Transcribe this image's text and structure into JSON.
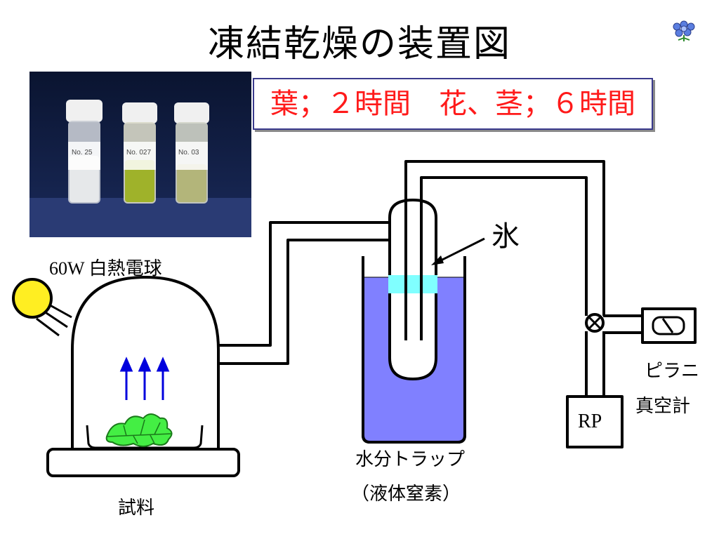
{
  "slide": {
    "title": "凍結乾燥の装置図",
    "time_note": "葉；２時間　花、茎；６時間",
    "labels": {
      "lamp": "60W 白熱電球",
      "sample": "試料",
      "trap_line1": "水分トラップ",
      "trap_line2": "（液体窒素）",
      "ice": "氷",
      "gauge_line1": "ピラニ",
      "gauge_line2": "真空計",
      "pump": "RP"
    },
    "photo": {
      "vial_labels": [
        "No. 25",
        "No. 027",
        "No. 03"
      ]
    },
    "colors": {
      "accent_red": "#ff1a1a",
      "liquid_nitrogen": "#8080ff",
      "ice": "#80ffff",
      "bulb": "#ffee22",
      "leaf": "#44ee44",
      "arrow_blue": "#0000dd"
    }
  }
}
